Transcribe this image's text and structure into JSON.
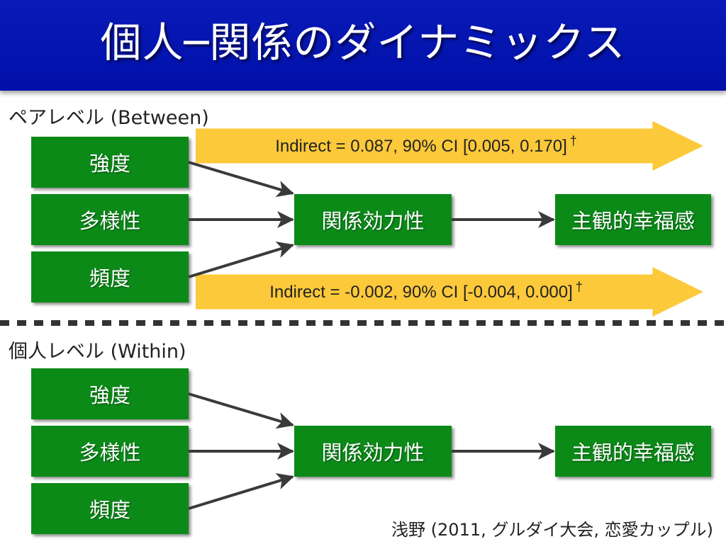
{
  "title": "個人─関係のダイナミックス",
  "between": {
    "label": "ペアレベル (Between)",
    "predictors": [
      "強度",
      "多様性",
      "頻度"
    ],
    "mediator": "関係効力性",
    "outcome": "主観的幸福感",
    "indirect_top": "Indirect = 0.087, 90% CI [0.005, 0.170]",
    "indirect_bottom": "Indirect = -0.002, 90% CI [-0.004, 0.000]",
    "dagger": "†"
  },
  "within": {
    "label": "個人レベル (Within)",
    "predictors": [
      "強度",
      "多様性",
      "頻度"
    ],
    "mediator": "関係効力性",
    "outcome": "主観的幸福感"
  },
  "citation": "浅野 (2011, グルダイ大会, 恋愛カップル)",
  "colors": {
    "title_bar": "#0010a8",
    "box": "#0b8a18",
    "banner": "#fcc93a",
    "arrow": "#3a3a3a"
  }
}
